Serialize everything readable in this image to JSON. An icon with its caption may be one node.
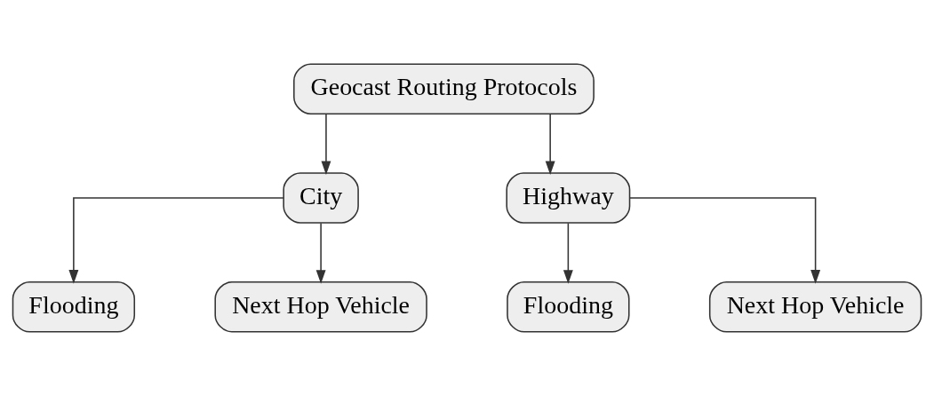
{
  "diagram": {
    "nodes": [
      {
        "text": [
          "Geocast Routing Protocols"
        ]
      },
      {
        "text": [
          "City"
        ]
      },
      {
        "text": [
          "Highway"
        ]
      },
      {
        "text": [
          "Flooding"
        ]
      },
      {
        "text": [
          "Next Hop Vehicle"
        ]
      },
      {
        "text": [
          "Flooding"
        ]
      },
      {
        "text": [
          "Next Hop Vehicle"
        ]
      }
    ],
    "edges": [
      {
        "from": 0,
        "to": 1,
        "arrow": "to"
      },
      {
        "from": 0,
        "to": 2,
        "arrow": "to"
      },
      {
        "from": 1,
        "to": 3,
        "arrow": "to"
      },
      {
        "from": 1,
        "to": 4,
        "arrow": "to"
      },
      {
        "from": 2,
        "to": 5,
        "arrow": "to"
      },
      {
        "from": 2,
        "to": 6,
        "arrow": "to"
      }
    ]
  }
}
